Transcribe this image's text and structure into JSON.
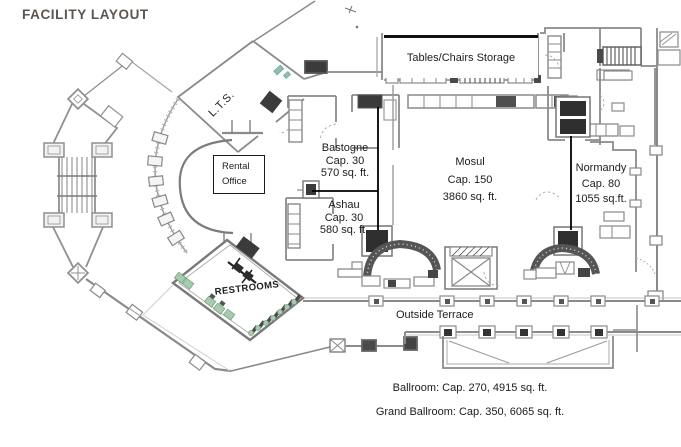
{
  "page": {
    "title": "FACILITY LAYOUT"
  },
  "plan": {
    "storage_label": "Tables/Chairs Storage",
    "lts_label": "L.T.S.",
    "rental_office": {
      "line1": "Rental",
      "line2": "Office"
    },
    "rooms": {
      "bastogne": {
        "name": "Bastogne",
        "capacity": "Cap. 30",
        "area": "570 sq. ft."
      },
      "ashau": {
        "name": "Ashau",
        "capacity": "Cap. 30",
        "area": "580 sq. ft."
      },
      "mosul": {
        "name": "Mosul",
        "capacity": "Cap. 150",
        "area": "3860 sq. ft."
      },
      "normandy": {
        "name": "Normandy",
        "capacity": "Cap. 80",
        "area": "1055 sq.ft."
      }
    },
    "restrooms_label": "RESTROOMS",
    "terrace_label": "Outside Terrace"
  },
  "footnotes": {
    "ballroom": "Ballroom: Cap. 270, 4915 sq. ft.",
    "grand_ballroom": "Grand Ballroom: Cap. 350, 6065 sq. ft."
  },
  "colors": {
    "wall_line": "#8a8a8a",
    "dark_fill": "#3b3b3b",
    "fixture_green": "#a8cbb0",
    "title_text": "#5d5650",
    "leader_line": "#000000"
  }
}
